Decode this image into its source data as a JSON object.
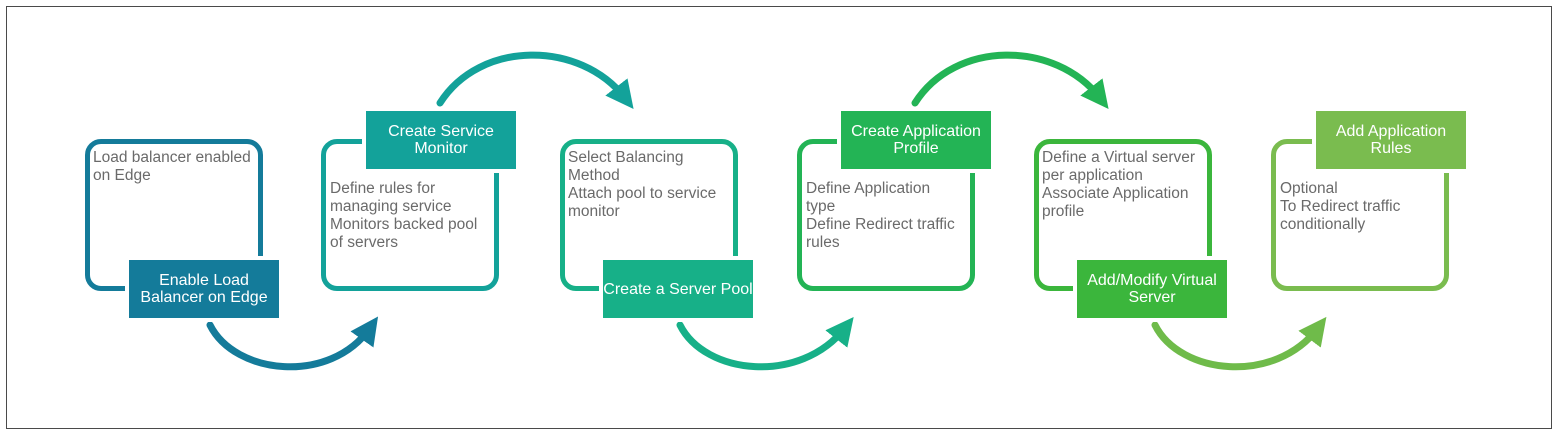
{
  "colors": {
    "step1": "#147b9a",
    "step2": "#13a29a",
    "step3": "#17b088",
    "step4": "#23b455",
    "step5": "#3bb63c",
    "step6": "#7abc4f"
  },
  "steps": [
    {
      "title": "Enable Load Balancer on Edge",
      "lines": [
        "Load balancer enabled on Edge"
      ]
    },
    {
      "title": "Create Service Monitor",
      "lines": [
        "Define rules for managing service",
        "Monitors backed pool of servers"
      ]
    },
    {
      "title": "Create a Server Pool",
      "lines": [
        "Select Balancing Method",
        "Attach pool to service monitor"
      ]
    },
    {
      "title": "Create Application Profile",
      "lines": [
        "Define Application type",
        "Define Redirect traffic rules"
      ]
    },
    {
      "title": "Add/Modify Virtual Server",
      "lines": [
        "Define a Virtual server per application",
        "Associate Application profile"
      ]
    },
    {
      "title": "Add Application Rules",
      "lines": [
        "Optional",
        "To Redirect traffic conditionally"
      ]
    }
  ]
}
